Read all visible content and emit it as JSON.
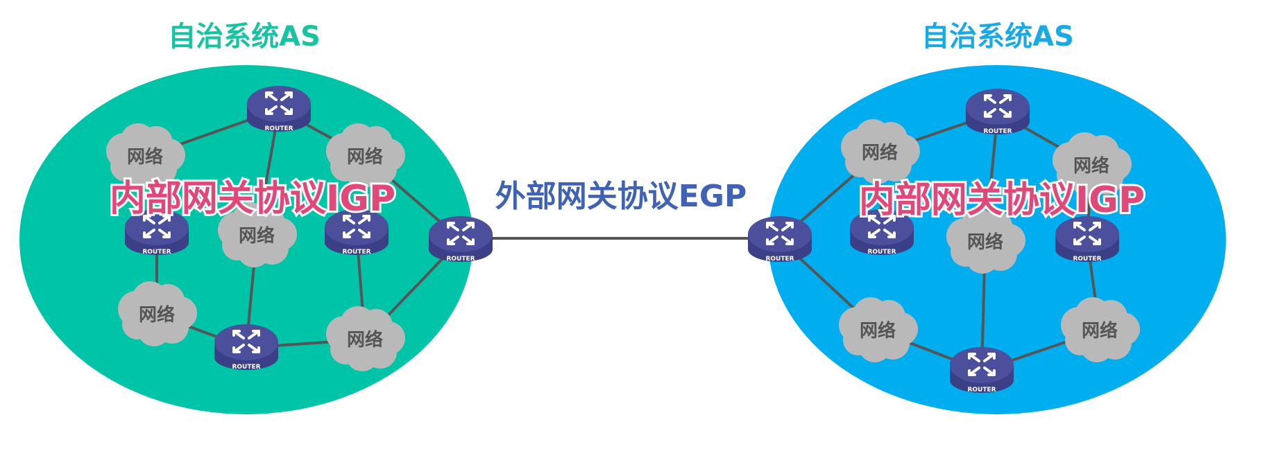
{
  "colors": {
    "left_as": "#00c4a7",
    "right_as": "#00aeef",
    "left_title": "#17c3a0",
    "right_title": "#19a9e5",
    "igp_text": "#e0487a",
    "egp_text": "#3f62b4",
    "router": "#4b4f9c",
    "cloud": "#b9b9b9",
    "link": "#555555"
  },
  "left_as": {
    "title": "自治系统AS",
    "igp_label": "内部网关协议IGP"
  },
  "right_as": {
    "title": "自治系统AS",
    "igp_label": "内部网关协议IGP"
  },
  "egp_label": "外部网关协议EGP",
  "router_label": "ROUTER",
  "network_label": "网络"
}
